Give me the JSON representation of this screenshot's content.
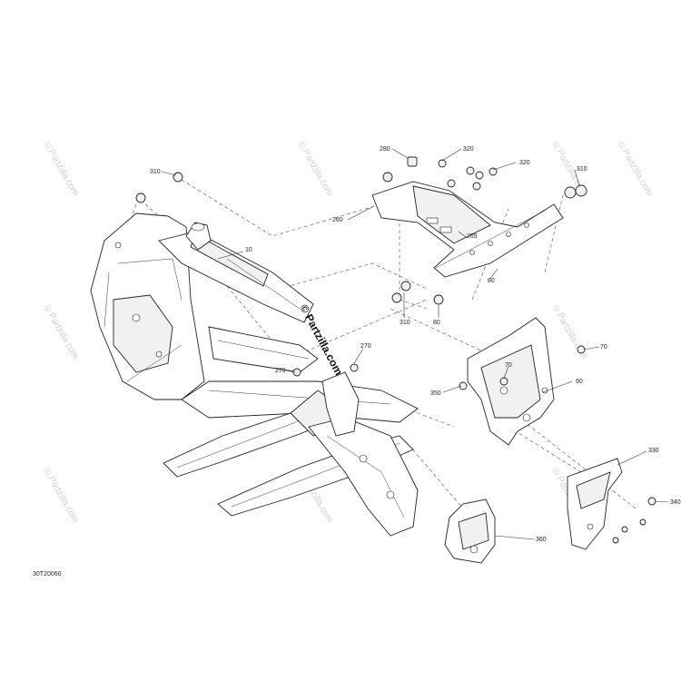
{
  "figure_id": "30T20060",
  "watermark": {
    "text": "© Partzilla.com",
    "center_text": "© Partzilla.com"
  },
  "callouts": [
    {
      "id": "c-310a",
      "label": "310"
    },
    {
      "id": "c-10",
      "label": "10"
    },
    {
      "id": "c-280",
      "label": "280"
    },
    {
      "id": "c-320a",
      "label": "320"
    },
    {
      "id": "c-320b",
      "label": "320"
    },
    {
      "id": "c-310b",
      "label": "310"
    },
    {
      "id": "c-260",
      "label": "260"
    },
    {
      "id": "c-265",
      "label": "265"
    },
    {
      "id": "c-80a",
      "label": "80"
    },
    {
      "id": "c-310c",
      "label": "310"
    },
    {
      "id": "c-80b",
      "label": "80"
    },
    {
      "id": "c-270a",
      "label": "270"
    },
    {
      "id": "c-270b",
      "label": "270"
    },
    {
      "id": "c-70a",
      "label": "70"
    },
    {
      "id": "c-70b",
      "label": "70"
    },
    {
      "id": "c-60",
      "label": "60"
    },
    {
      "id": "c-350",
      "label": "350"
    },
    {
      "id": "c-330",
      "label": "330"
    },
    {
      "id": "c-340",
      "label": "340"
    },
    {
      "id": "c-360",
      "label": "360"
    }
  ]
}
